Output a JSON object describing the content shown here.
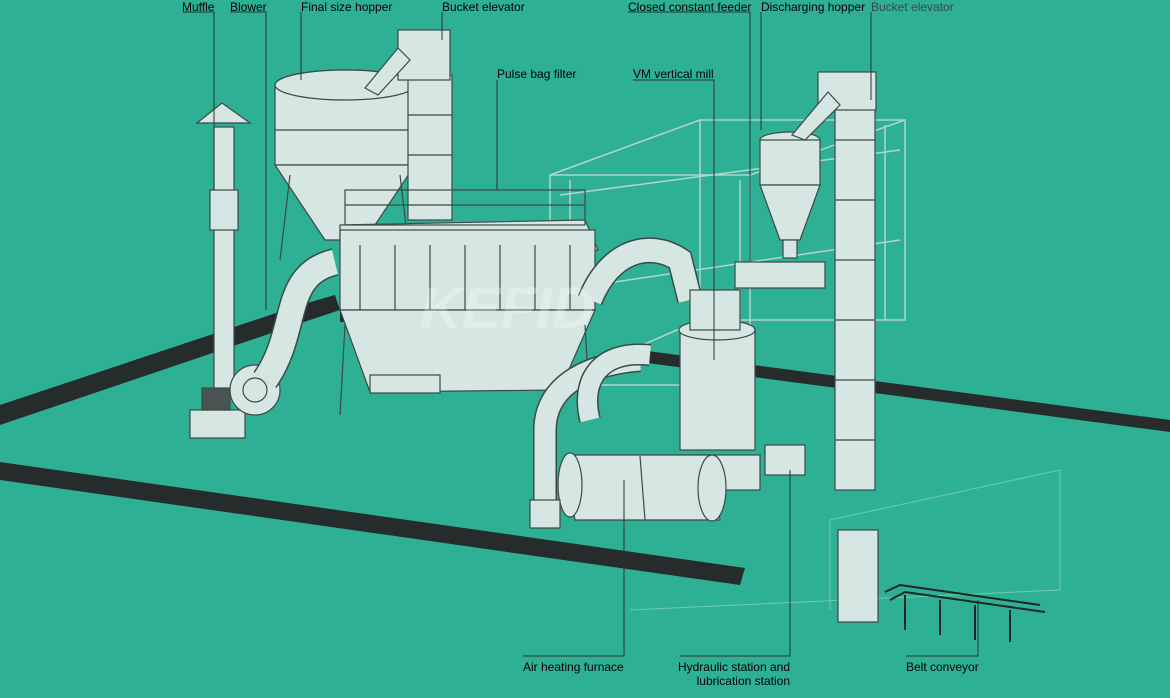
{
  "colors": {
    "background": "#2db093",
    "equipment": "#d6e6e2",
    "outline": "#3c4a47",
    "floor_strip": "#262c2b",
    "leader": "#2b3532"
  },
  "watermark": "KEFID",
  "labels": {
    "muffle": "Muffle",
    "blower": "Blower",
    "final_size_hopper": "Final size hopper",
    "bucket_elevator_left": "Bucket elevator",
    "closed_constant_feeder": "Closed constant feeder",
    "discharging_hopper": "Discharging hopper",
    "bucket_elevator_right": "Bucket elevator",
    "pulse_bag_filter": "Pulse bag filter",
    "vm_vertical_mill": "VM vertical mill",
    "air_heating_furnace": "Air heating furnace",
    "hydraulic_station": "Hydraulic station and lubrication station",
    "belt_conveyor": "Belt conveyor"
  }
}
